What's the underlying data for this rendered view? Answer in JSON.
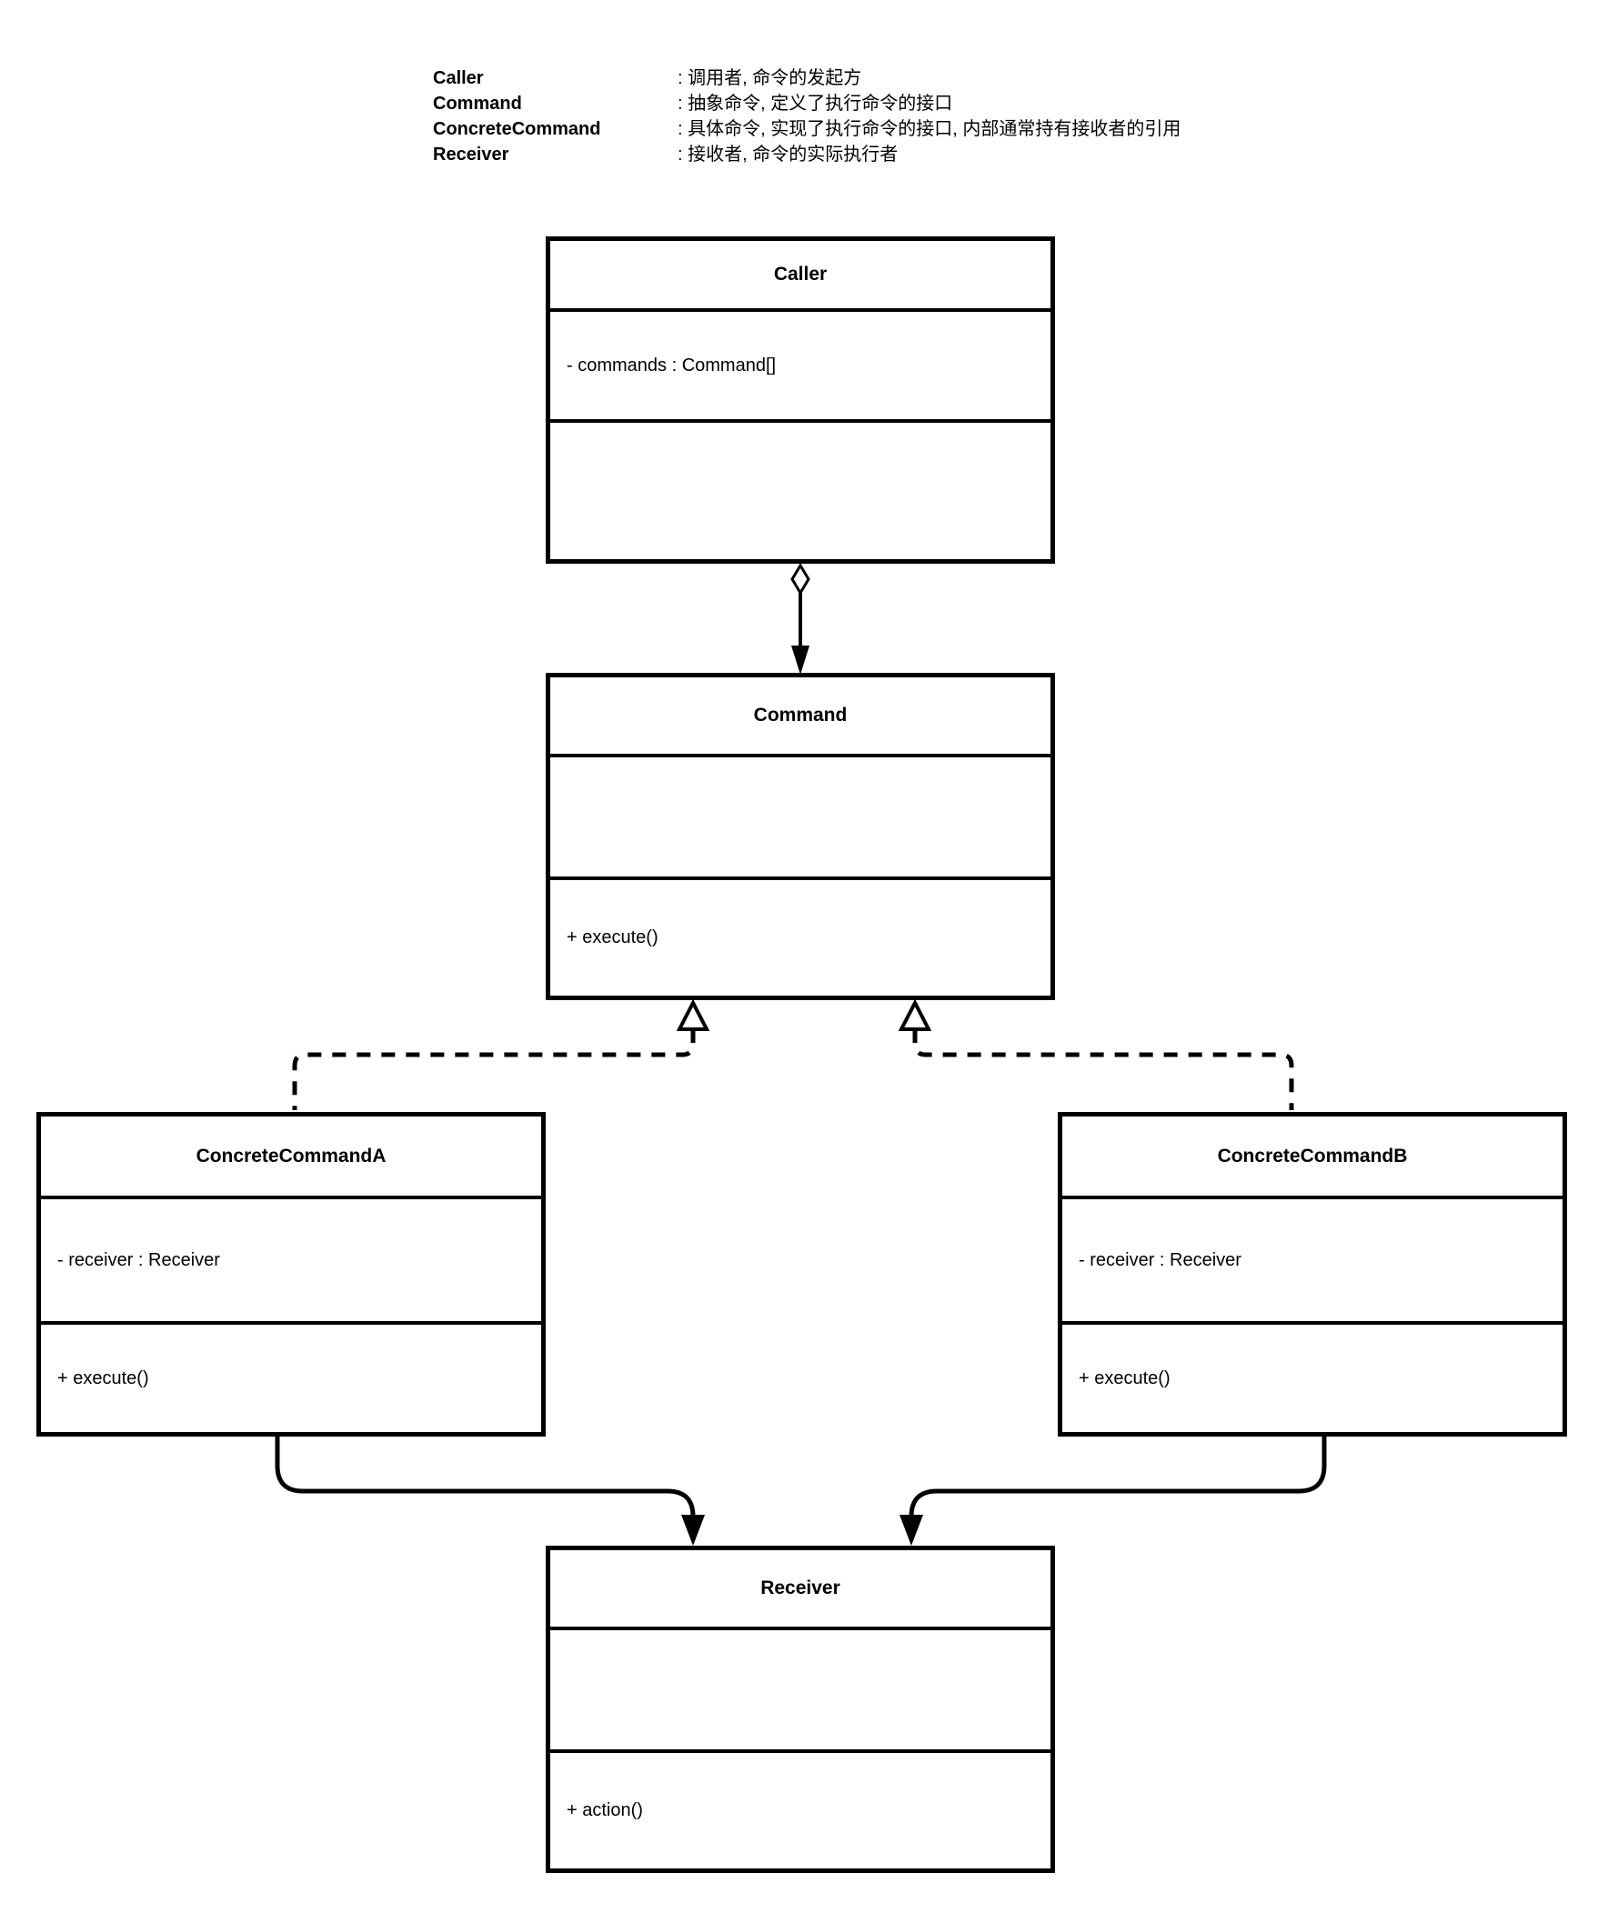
{
  "legend": {
    "items": [
      {
        "term": "Caller",
        "desc": ": 调用者, 命令的发起方"
      },
      {
        "term": "Command",
        "desc": ": 抽象命令, 定义了执行命令的接口"
      },
      {
        "term": "ConcreteCommand",
        "desc": ": 具体命令, 实现了执行命令的接口, 内部通常持有接收者的引用"
      },
      {
        "term": "Receiver",
        "desc": ": 接收者, 命令的实际执行者"
      }
    ]
  },
  "classes": {
    "caller": {
      "name": "Caller",
      "attributes": [
        "- commands : Command[]"
      ],
      "operations": []
    },
    "command": {
      "name": "Command",
      "attributes": [],
      "operations": [
        "+ execute()"
      ]
    },
    "concreteCommandA": {
      "name": "ConcreteCommandA",
      "attributes": [
        "- receiver : Receiver"
      ],
      "operations": [
        "+ execute()"
      ]
    },
    "concreteCommandB": {
      "name": "ConcreteCommandB",
      "attributes": [
        "- receiver : Receiver"
      ],
      "operations": [
        "+ execute()"
      ]
    },
    "receiver": {
      "name": "Receiver",
      "attributes": [],
      "operations": [
        "+ action()"
      ]
    }
  },
  "relations": {
    "aggregation": "Caller ◇→ Command",
    "realizationA": "ConcreteCommandA ⇢△ Command",
    "realizationB": "ConcreteCommandB ⇢△ Command",
    "associationA": "ConcreteCommandA → Receiver",
    "associationB": "ConcreteCommandB → Receiver"
  },
  "colors": {
    "line": "#000000",
    "background": "#ffffff"
  }
}
